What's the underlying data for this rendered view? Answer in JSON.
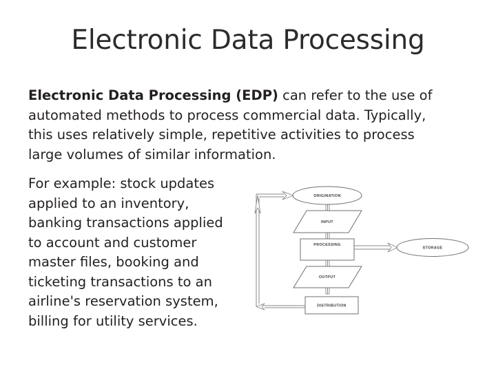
{
  "slide": {
    "title": "Electronic Data Processing",
    "paragraphs": {
      "p1_bold": "Electronic Data Processing (EDP)",
      "p1_rest": " can refer to the use of automated methods to process commercial data. Typically, this uses relatively simple, repetitive activities to process large volumes of similar information.",
      "p2": "For example: stock updates applied to an inventory, banking transactions applied to account and customer master files, booking and ticketing transactions to an airline's reservation system, billing for utility services."
    }
  },
  "diagram": {
    "name": "edp-data-flow-diagram",
    "nodes": {
      "origination": "ORIGINATION",
      "input": "INPUT",
      "processing": "PROCESSING",
      "storage": "STORAGE",
      "output": "OUTPUT",
      "distribution": "DISTRIBUTION"
    },
    "colors": {
      "shape_stroke": "#6f6f6f",
      "connector_stroke": "#8a8a8a",
      "label_fill": "#3a3a3a",
      "shape_fill": "#ffffff"
    }
  }
}
